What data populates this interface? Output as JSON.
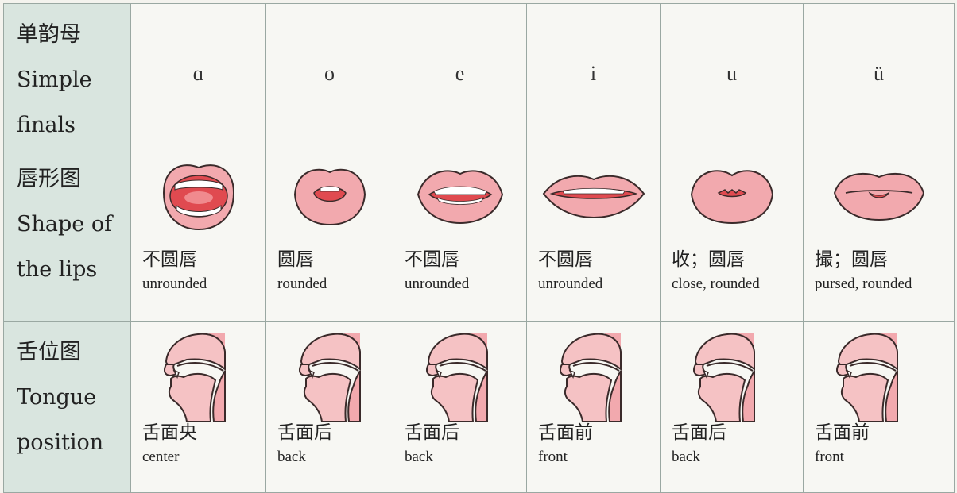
{
  "row_headers": {
    "finals": {
      "zh": "单韵母",
      "en_line1": "Simple",
      "en_line2": "finals"
    },
    "lips": {
      "zh": "唇形图",
      "en_line1": "Shape of",
      "en_line2": "the lips"
    },
    "tongue": {
      "zh": "舌位图",
      "en_line1": "Tongue",
      "en_line2": "position"
    }
  },
  "finals": [
    "ɑ",
    "o",
    "e",
    "i",
    "u",
    "ü"
  ],
  "lip_shapes": [
    {
      "zh": "不圆唇",
      "en": "unrounded"
    },
    {
      "zh": "圆唇",
      "en": "rounded"
    },
    {
      "zh": "不圆唇",
      "en": "unrounded"
    },
    {
      "zh": "不圆唇",
      "en": "unrounded"
    },
    {
      "zh": "收；圆唇",
      "en": "close, rounded"
    },
    {
      "zh": "撮；圆唇",
      "en": "pursed, rounded"
    }
  ],
  "tongue_positions": [
    {
      "zh": "舌面央",
      "en": "center"
    },
    {
      "zh": "舌面后",
      "en": "back"
    },
    {
      "zh": "舌面后",
      "en": "back"
    },
    {
      "zh": "舌面前",
      "en": "front"
    },
    {
      "zh": "舌面后",
      "en": "back"
    },
    {
      "zh": "舌面前",
      "en": "front"
    }
  ],
  "colors": {
    "header_bg": "#d9e5df",
    "lip": "#f2a9ae",
    "mouth_inside": "#e04a50",
    "outline": "#3a2a2a",
    "tongue_fill": "#f5c2c4"
  }
}
